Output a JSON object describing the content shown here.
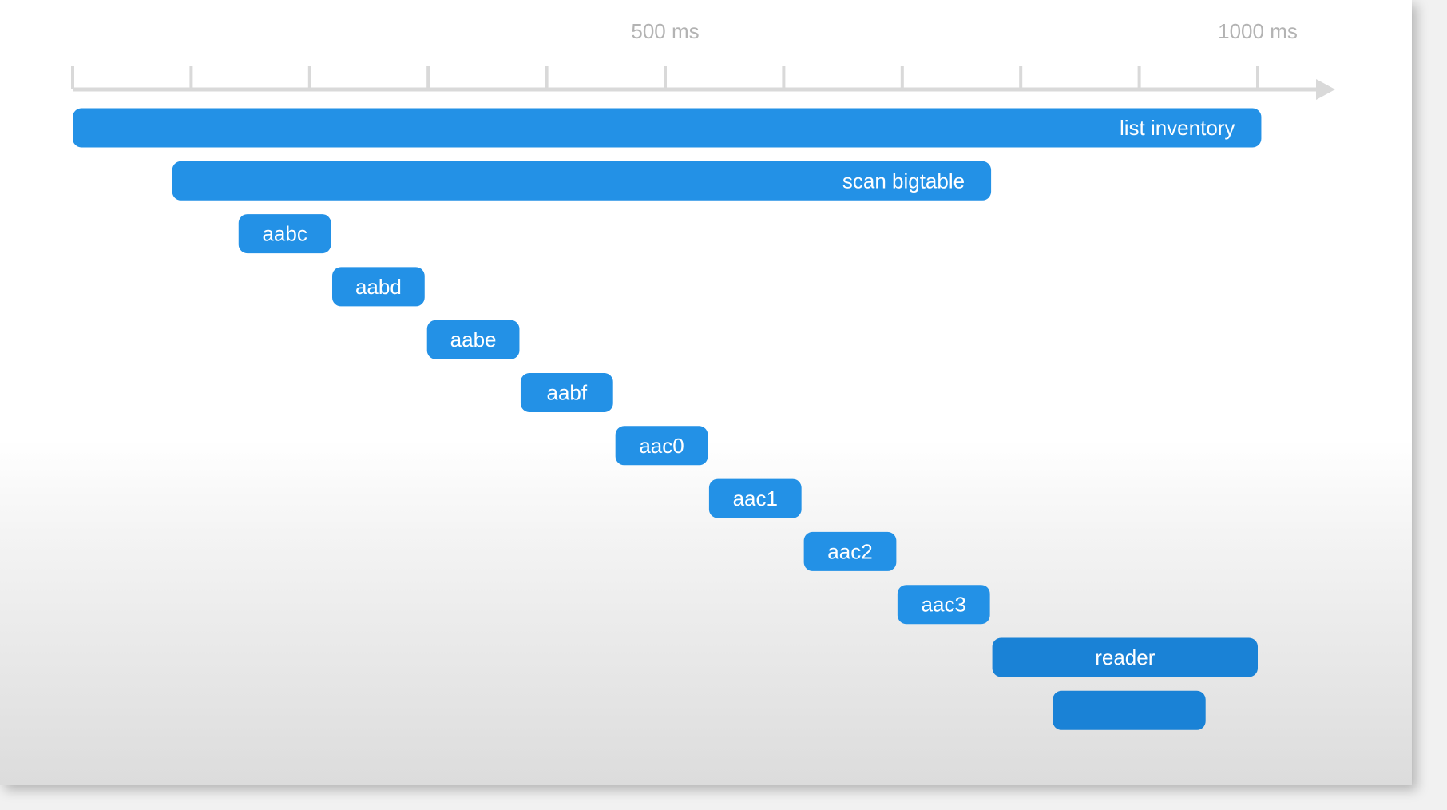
{
  "chart_data": {
    "type": "gantt",
    "xlim": [
      0,
      1000
    ],
    "x_unit": "ms",
    "tick_step": 100,
    "tick_labels": [
      {
        "value": 500,
        "label": "500 ms"
      },
      {
        "value": 1000,
        "label": "1000 ms"
      }
    ],
    "spans": [
      {
        "label": "list inventory",
        "start": 0,
        "end": 1003,
        "label_align": "end"
      },
      {
        "label": "scan bigtable",
        "start": 84,
        "end": 775,
        "label_align": "end"
      },
      {
        "label": "aabc",
        "start": 140,
        "end": 218,
        "label_align": "middle"
      },
      {
        "label": "aabd",
        "start": 219,
        "end": 297,
        "label_align": "middle"
      },
      {
        "label": "aabe",
        "start": 299,
        "end": 377,
        "label_align": "middle"
      },
      {
        "label": "aabf",
        "start": 378,
        "end": 456,
        "label_align": "middle"
      },
      {
        "label": "aac0",
        "start": 458,
        "end": 536,
        "label_align": "middle"
      },
      {
        "label": "aac1",
        "start": 537,
        "end": 615,
        "label_align": "middle"
      },
      {
        "label": "aac2",
        "start": 617,
        "end": 695,
        "label_align": "middle"
      },
      {
        "label": "aac3",
        "start": 696,
        "end": 774,
        "label_align": "middle"
      },
      {
        "label": "reader",
        "start": 776,
        "end": 1000,
        "label_align": "middle"
      },
      {
        "label": "",
        "start": 827,
        "end": 956,
        "label_align": "middle"
      }
    ],
    "colors": {
      "bar_primary": "#2391e6",
      "bar_secondary": "#1a82d6",
      "axis": "#d9d9d9",
      "tick_label": "#b3b3b3"
    }
  }
}
